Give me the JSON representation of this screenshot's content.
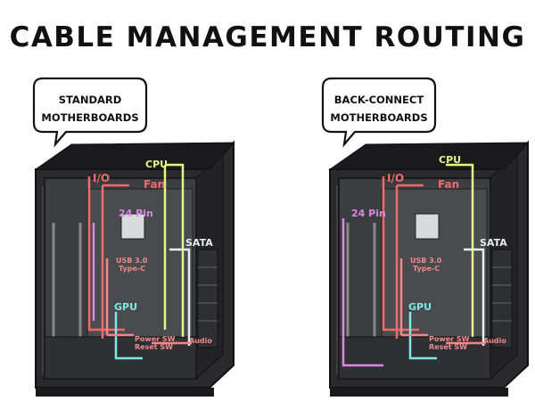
{
  "title": "CABLE MANAGEMENT ROUTING",
  "panels": [
    {
      "bubble_line1": "STANDARD",
      "bubble_line2": "MOTHERBOARDS",
      "labels": {
        "io": "I/O",
        "fan": "Fan",
        "cpu": "CPU",
        "pin24": "24 Pin",
        "sata": "SATA",
        "usb1": "USB 3.0",
        "usb2": "Type-C",
        "gpu": "GPU",
        "power": "Power SW",
        "reset": "Reset SW",
        "audio": "Audio"
      }
    },
    {
      "bubble_line1": "BACK-CONNECT",
      "bubble_line2": "MOTHERBOARDS",
      "labels": {
        "io": "I/O",
        "fan": "Fan",
        "cpu": "CPU",
        "pin24": "24 Pin",
        "sata": "SATA",
        "usb1": "USB 3.0",
        "usb2": "Type-C",
        "gpu": "GPU",
        "power": "Power SW",
        "reset": "Reset SW",
        "audio": "Audio"
      }
    }
  ],
  "colors": {
    "cpu": "#e8f28a",
    "io": "#ef6b6b",
    "pin24": "#d68ae0",
    "sata": "#e8eef4",
    "gpu": "#7fe8e0",
    "front_panel": "#ef8a8a",
    "case": "#1c1c1e"
  }
}
